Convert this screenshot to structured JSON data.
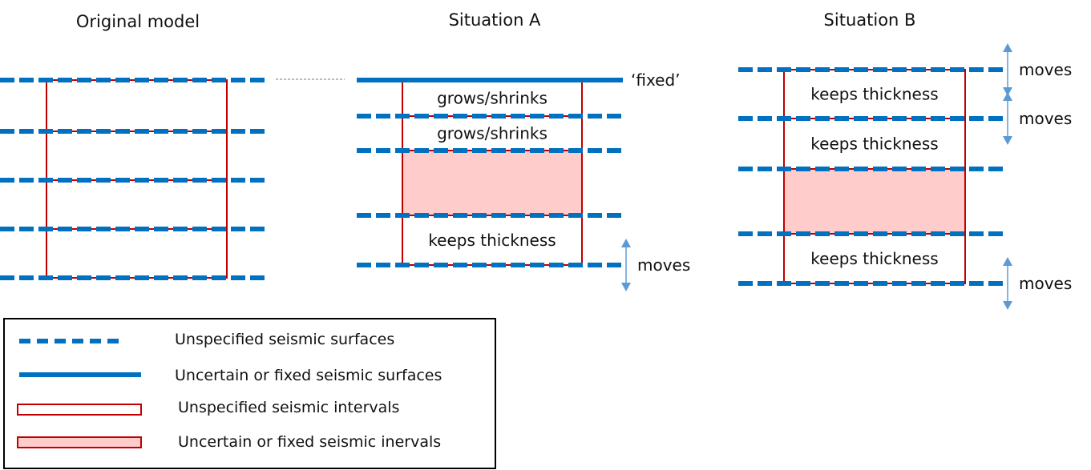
{
  "colors": {
    "surface": "#0070C0",
    "interval_border": "#C00000",
    "interval_fill": "#FFCCCC",
    "arrow": "#5B9BD5",
    "connector": "#A6A6A6",
    "text": "#111111"
  },
  "panels": [
    {
      "id": "original",
      "title": "Original model",
      "surfaces": [
        "dashed",
        "dashed",
        "dashed",
        "dashed",
        "dashed"
      ],
      "intervals": [
        {
          "fill": "none",
          "label": ""
        },
        {
          "fill": "none",
          "label": ""
        },
        {
          "fill": "none",
          "label": ""
        },
        {
          "fill": "none",
          "label": ""
        }
      ],
      "annotations": []
    },
    {
      "id": "situation-a",
      "title": "Situation A",
      "surfaces": [
        "solid",
        "dashed",
        "dashed",
        "dashed",
        "dashed"
      ],
      "intervals": [
        {
          "fill": "none",
          "label": "grows/shrinks"
        },
        {
          "fill": "none",
          "label": "grows/shrinks"
        },
        {
          "fill": "pink",
          "label": ""
        },
        {
          "fill": "none",
          "label": "keeps thickness"
        }
      ],
      "annotations": [
        {
          "surface": 0,
          "text": "‘fixed’",
          "arrow": false
        },
        {
          "surface": 4,
          "text": "moves",
          "arrow": true
        }
      ]
    },
    {
      "id": "situation-b",
      "title": "Situation B",
      "surfaces": [
        "dashed",
        "dashed",
        "dashed",
        "dashed",
        "dashed"
      ],
      "intervals": [
        {
          "fill": "none",
          "label": "keeps thickness"
        },
        {
          "fill": "none",
          "label": "keeps thickness"
        },
        {
          "fill": "pink",
          "label": ""
        },
        {
          "fill": "none",
          "label": "keeps thickness"
        }
      ],
      "annotations": [
        {
          "surface": 0,
          "text": "moves",
          "arrow": true
        },
        {
          "surface": 1,
          "text": "moves",
          "arrow": true
        },
        {
          "surface": 4,
          "text": "moves",
          "arrow": true
        }
      ]
    }
  ],
  "legend": {
    "items": [
      {
        "symbol": "dashed-surface",
        "label": "Unspecified seismic surfaces"
      },
      {
        "symbol": "solid-surface",
        "label": "Uncertain or fixed seismic surfaces"
      },
      {
        "symbol": "empty-interval",
        "label": "Unspecified seismic intervals"
      },
      {
        "symbol": "filled-interval",
        "label": "Uncertain or fixed seismic inervals"
      }
    ]
  }
}
